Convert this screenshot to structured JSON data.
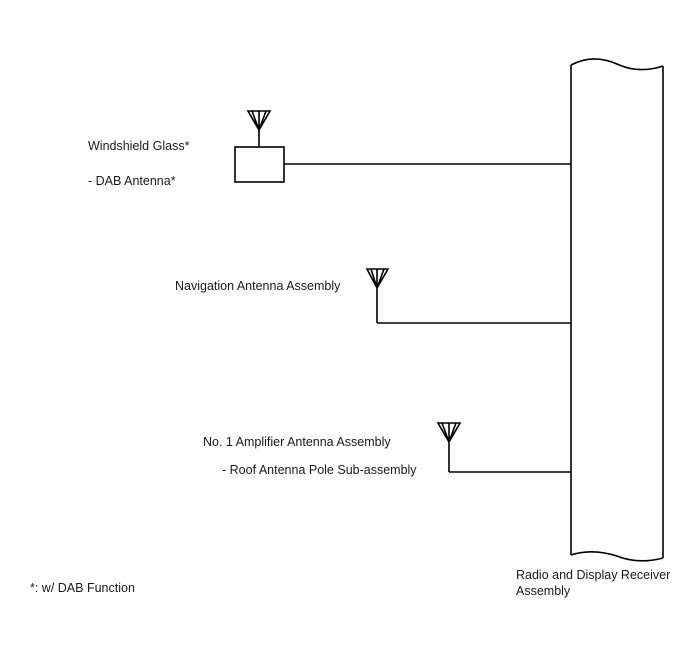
{
  "diagram": {
    "title": "",
    "components": {
      "windshield": {
        "name": "Windshield Glass*",
        "sub": "- DAB Antenna*"
      },
      "navigation": {
        "name": "Navigation Antenna Assembly"
      },
      "amplifier": {
        "name": "No. 1 Amplifier Antenna Assembly",
        "sub": "- Roof Antenna Pole Sub-assembly"
      },
      "receiver": {
        "name_line1": "Radio and Display Receiver",
        "name_line2": "Assembly"
      }
    },
    "footnote": "*: w/ DAB Function",
    "connections": [
      {
        "from": "windshield",
        "to": "receiver"
      },
      {
        "from": "navigation",
        "to": "receiver"
      },
      {
        "from": "amplifier",
        "to": "receiver"
      }
    ],
    "colors": {
      "line": "#000000",
      "text": "#1a1a1a",
      "background": "#ffffff"
    }
  }
}
